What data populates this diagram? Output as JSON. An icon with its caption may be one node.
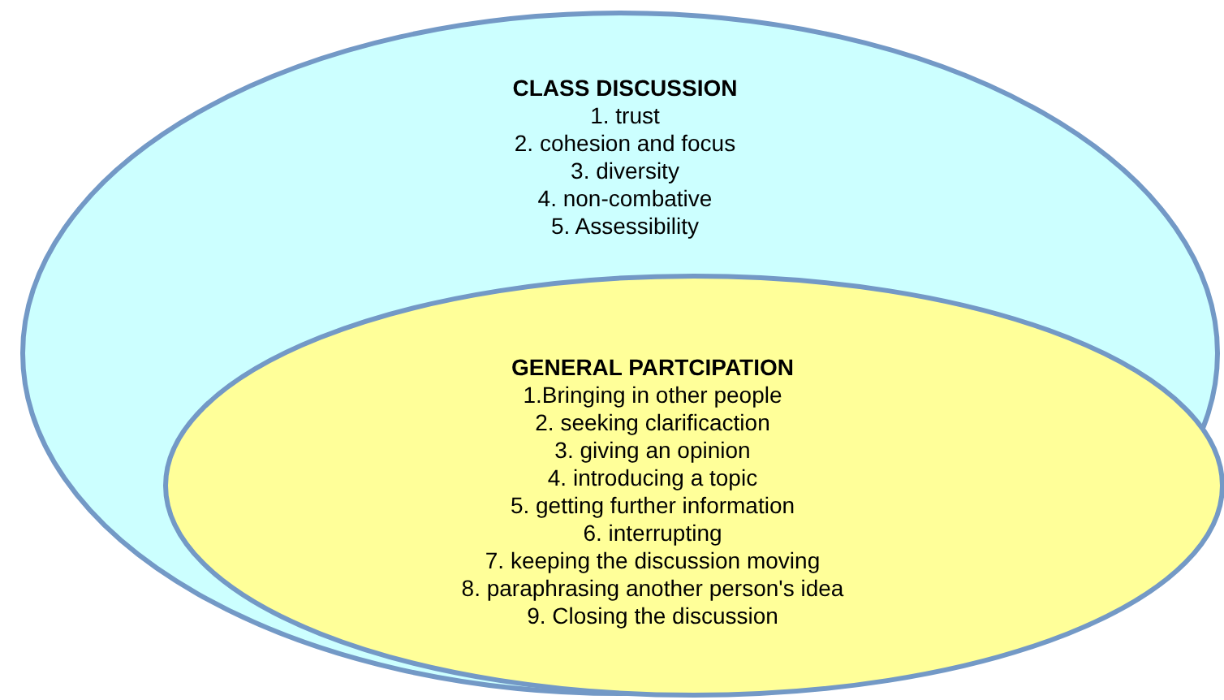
{
  "diagram": {
    "nodes": [
      {
        "text": [
          "CLASS DISCUSSION",
          "1. trust",
          "2. cohesion and focus",
          "3. diversity",
          "4. non-combative",
          "5. Assessibility"
        ]
      },
      {
        "text": [
          "GENERAL PARTCIPATION",
          "1.Bringing in other people",
          "2. seeking clarificaction",
          "3. giving an opinion",
          "4. introducing a topic",
          "5. getting further information",
          "6. interrupting",
          "7. keeping the discussion moving",
          "8. paraphrasing another person's idea",
          "9. Closing the discussion"
        ],
        "in": 0
      }
    ],
    "edges": []
  }
}
